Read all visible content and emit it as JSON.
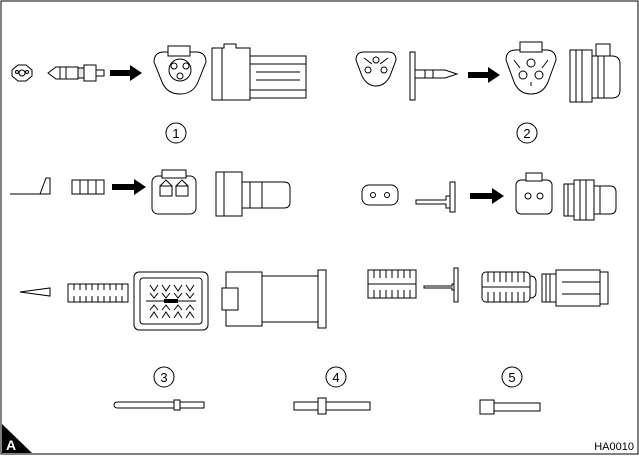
{
  "figure": {
    "corner_letter": "A",
    "figure_code": "HA0010",
    "callouts": [
      "1",
      "2",
      "3",
      "4",
      "5"
    ]
  }
}
